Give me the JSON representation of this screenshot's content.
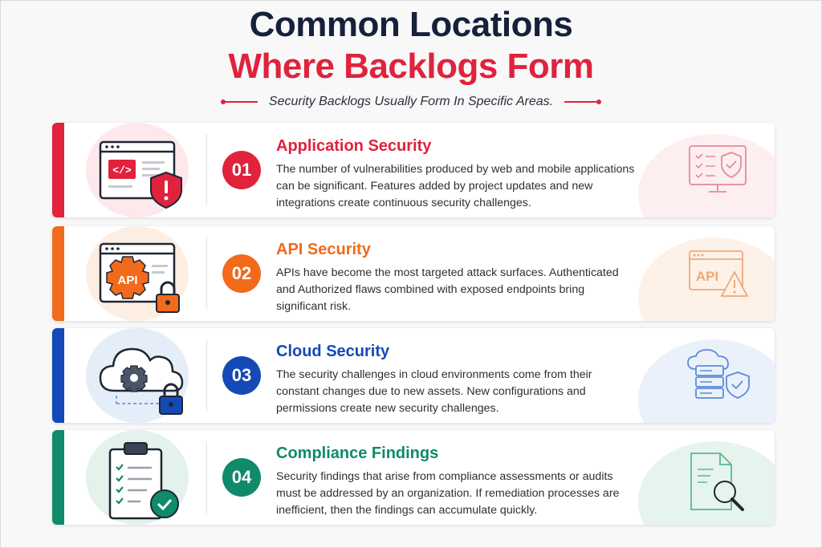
{
  "title_line1": "Common Locations",
  "title_line2": "Where Backlogs Form",
  "subtitle": "Security Backlogs Usually Form In Specific Areas.",
  "colors": {
    "navy": "#16213a",
    "red": "#e0223d",
    "orange": "#f26a1b",
    "blue": "#1449b8",
    "teal": "#0f8a6a"
  },
  "cards": [
    {
      "number": "01",
      "heading": "Application Security",
      "body": "The number of vulnerabilities produced by web and mobile applications can be significant. Features added by project updates and new integrations create continuous security challenges.",
      "icon": "code-window-shield-alert-icon",
      "side_icon": "monitor-checklist-shield-icon"
    },
    {
      "number": "02",
      "heading": "API Security",
      "body": "APIs have become the most targeted attack surfaces. Authenticated and Authorized flaws combined with exposed endpoints bring significant risk.",
      "icon_text": "API",
      "icon": "api-gear-lock-icon",
      "side_icon": "api-window-warning-icon",
      "side_icon_text": "API"
    },
    {
      "number": "03",
      "heading": "Cloud Security",
      "body": "The security challenges in cloud environments come from their constant changes due to new assets. New configurations and permissions create new security challenges.",
      "icon": "cloud-gear-lock-icon",
      "side_icon": "cloud-server-shield-icon"
    },
    {
      "number": "04",
      "heading": "Compliance Findings",
      "body": "Security findings that arise from compliance assessments or audits must be addressed by an organization. If remediation processes are inefficient, then the findings can accumulate quickly.",
      "icon": "clipboard-checklist-icon",
      "side_icon": "document-magnifier-icon"
    }
  ]
}
